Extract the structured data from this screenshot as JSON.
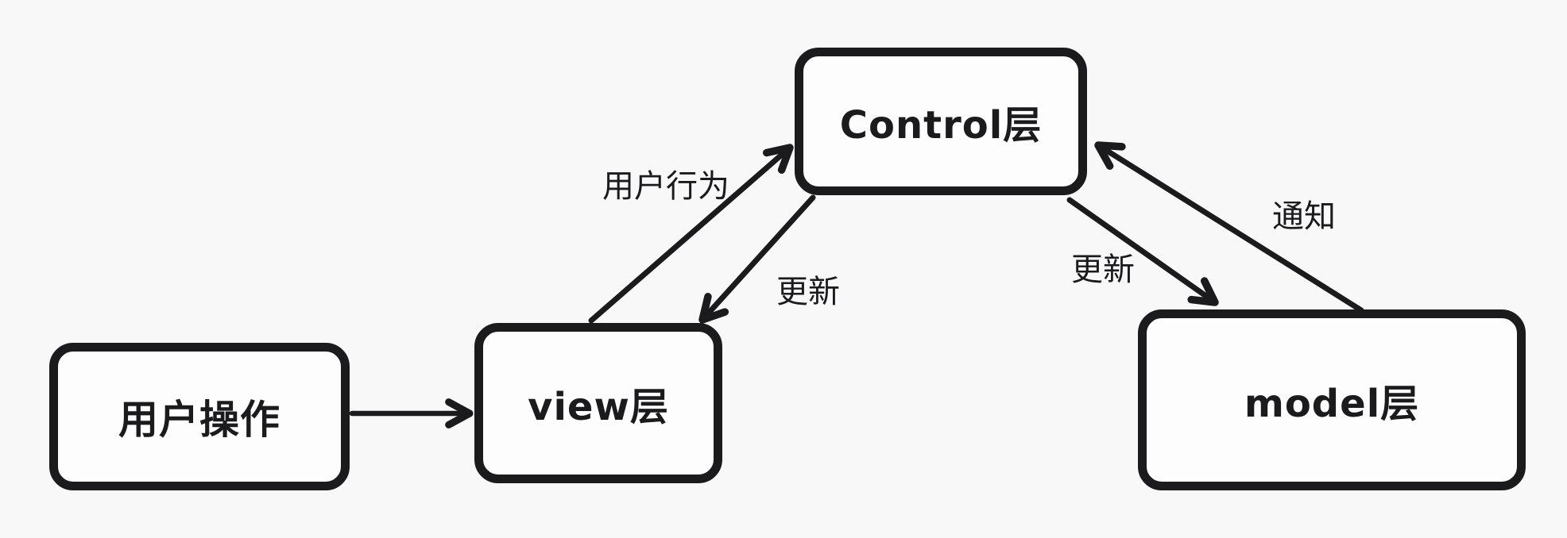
{
  "canvas": {
    "background_color": "#f8f8f9",
    "stroke_color": "#1b1b1d",
    "node_fill_color": "#fdfdfd",
    "text_color": "#1b1b1d"
  },
  "nodes": {
    "user_action": {
      "label": "用户操作"
    },
    "view": {
      "label": "view层"
    },
    "control": {
      "label": "Control层"
    },
    "model": {
      "label": "model层"
    }
  },
  "edges": {
    "user_action_to_view": {
      "label": ""
    },
    "view_to_control": {
      "label": "用户行为"
    },
    "control_to_view": {
      "label": "更新"
    },
    "control_to_model": {
      "label": "更新"
    },
    "model_to_control": {
      "label": "通知"
    }
  }
}
